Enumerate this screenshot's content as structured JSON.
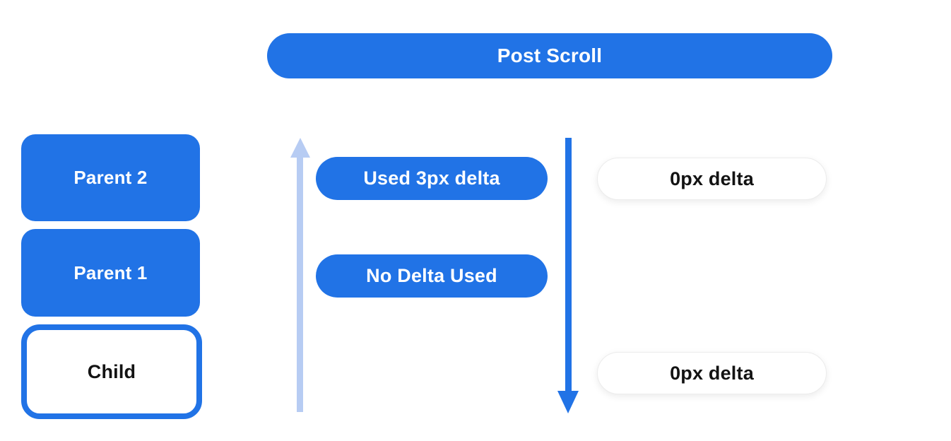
{
  "palette": {
    "primary_blue": "#2173e6",
    "light_blue": "#b7ccf3",
    "pill_text_light": "#ffffff",
    "pill_text_dark": "#131313"
  },
  "header": {
    "post_scroll_label": "Post Scroll"
  },
  "left_column": {
    "boxes": [
      {
        "label": "Parent 2",
        "style": "filled-blue"
      },
      {
        "label": "Parent 1",
        "style": "filled-blue"
      },
      {
        "label": "Child",
        "style": "white-with-blue-outline"
      }
    ]
  },
  "middle_column": {
    "up_arrow_icon": "upward-arrow-light-blue",
    "down_arrow_icon": "downward-arrow-blue",
    "pills": [
      {
        "label": "Used 3px delta"
      },
      {
        "label": "No Delta Used"
      }
    ]
  },
  "right_column": {
    "pills": [
      {
        "label": "0px delta"
      },
      {
        "label": "0px delta"
      }
    ]
  }
}
